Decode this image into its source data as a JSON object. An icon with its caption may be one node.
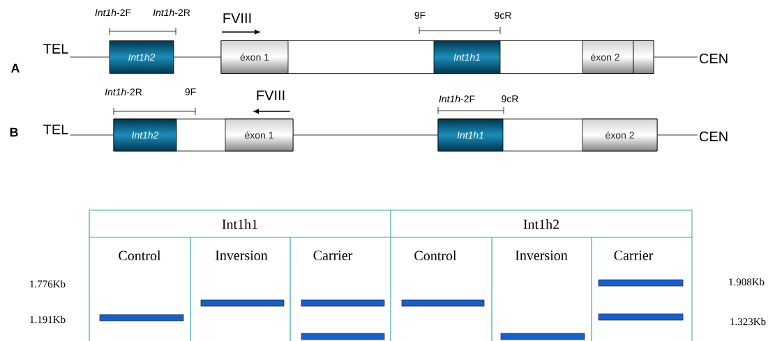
{
  "diagram": {
    "nodes": [
      {
        "text": [
          "TEL"
        ]
      },
      {
        "text": [
          "Int1h2"
        ]
      },
      {
        "text": [],
        "shape": "box"
      },
      {
        "text": [
          "éxon 1"
        ],
        "in": 2
      },
      {
        "text": [
          "Int1h1"
        ],
        "in": 2
      },
      {
        "text": [
          "éxon 2"
        ],
        "in": 2
      },
      {
        "text": [],
        "shape": "box",
        "in": 2
      },
      {
        "text": [
          "CEN"
        ]
      },
      {
        "text": [
          "TEL"
        ]
      },
      {
        "text": [],
        "shape": "box"
      },
      {
        "text": [
          "Int1h2"
        ],
        "in": 9
      },
      {
        "text": [
          "éxon 1"
        ],
        "in": 9
      },
      {
        "text": [],
        "shape": "box"
      },
      {
        "text": [
          "Int1h1"
        ],
        "in": 12
      },
      {
        "text": [
          "éxon 2"
        ],
        "in": 12
      },
      {
        "text": [
          "CEN"
        ]
      }
    ],
    "edges": [
      {
        "from": 0,
        "to": 1,
        "arrow": "none"
      },
      {
        "from": 1,
        "to": 2,
        "arrow": "none"
      },
      {
        "from": 2,
        "to": 7,
        "arrow": "none"
      },
      {
        "from": 8,
        "to": 9,
        "arrow": "none"
      },
      {
        "from": 9,
        "to": 12,
        "arrow": "none"
      },
      {
        "from": 12,
        "to": 15,
        "arrow": "none"
      }
    ],
    "labels": [
      "*Int1h*-2F",
      "*Int1h*-2R",
      "FVIII",
      "9F",
      "9cR",
      "A",
      "*Int1h*-2R",
      "9F",
      "FVIII",
      "*Int1h*-2F",
      "9cR",
      "B",
      "Int1h1",
      "Int1h2",
      "Control",
      "Inversion",
      "Carrier",
      "Control",
      "Inversion",
      "Carrier",
      "1.776Kb",
      "1.908Kb",
      "1.191Kb",
      "1.323Kb"
    ]
  }
}
